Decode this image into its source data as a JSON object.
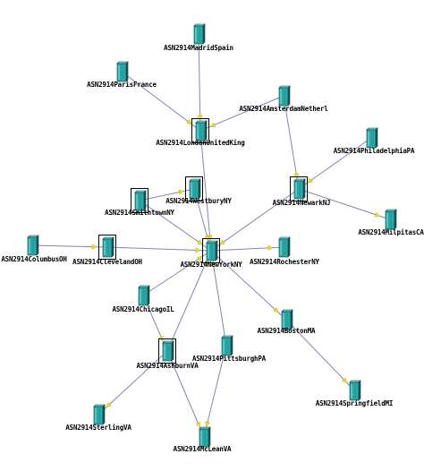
{
  "diagram": {
    "icon": "server-tower-icon",
    "colors": {
      "link": "#7f86b8",
      "arrow": "#f4e21c",
      "server_front": "#2aa6a6",
      "server_side": "#135c5c",
      "server_top": "#7fd6d6"
    },
    "nodes": [
      {
        "id": "madrid",
        "label": "ASN2914MadridSpain"
      },
      {
        "id": "paris",
        "label": "ASN2914ParisFrance"
      },
      {
        "id": "amsterdam",
        "label": "ASN2914AmsterdamNetherl"
      },
      {
        "id": "london",
        "label": "ASN2914LondonUnitedKing"
      },
      {
        "id": "philadelphia",
        "label": "ASN2914PhiladelphiaPA"
      },
      {
        "id": "westbury",
        "label": "ASN2914WestburyNY"
      },
      {
        "id": "smithtown",
        "label": "ASN2914SmithtownNY"
      },
      {
        "id": "newark",
        "label": "ASN2914NewarkNJ"
      },
      {
        "id": "milpitas",
        "label": "ASN2914MilpitasCA"
      },
      {
        "id": "columbus",
        "label": "ASN2914ColumbusOH"
      },
      {
        "id": "cleveland",
        "label": "ASN2914ClevelandOH"
      },
      {
        "id": "newyork",
        "label": "ASN2914NewYorkNY"
      },
      {
        "id": "rochester",
        "label": "ASN2914RochesterNY"
      },
      {
        "id": "chicago",
        "label": "ASN2914ChicagoIL"
      },
      {
        "id": "boston",
        "label": "ASN2914BostonMA"
      },
      {
        "id": "ashburn",
        "label": "ASN2914AshburnVA"
      },
      {
        "id": "pittsburgh",
        "label": "ASN2914PittsburghPA"
      },
      {
        "id": "springfield",
        "label": "ASN2914SpringfieldMI"
      },
      {
        "id": "sterling",
        "label": "ASN2914SterlingVA"
      },
      {
        "id": "mclean",
        "label": "ASN2914McLeanVA"
      }
    ],
    "edges": [
      {
        "from": "madrid",
        "to": "london"
      },
      {
        "from": "paris",
        "to": "london"
      },
      {
        "from": "amsterdam",
        "to": "london"
      },
      {
        "from": "london",
        "to": "newyork"
      },
      {
        "from": "amsterdam",
        "to": "newark"
      },
      {
        "from": "philadelphia",
        "to": "newark"
      },
      {
        "from": "newark",
        "to": "milpitas"
      },
      {
        "from": "newark",
        "to": "newyork"
      },
      {
        "from": "smithtown",
        "to": "westbury"
      },
      {
        "from": "westbury",
        "to": "newyork"
      },
      {
        "from": "smithtown",
        "to": "newyork"
      },
      {
        "from": "columbus",
        "to": "cleveland"
      },
      {
        "from": "cleveland",
        "to": "newyork"
      },
      {
        "from": "newyork",
        "to": "rochester"
      },
      {
        "from": "chicago",
        "to": "newyork"
      },
      {
        "from": "newyork",
        "to": "boston"
      },
      {
        "from": "boston",
        "to": "springfield"
      },
      {
        "from": "ashburn",
        "to": "newyork"
      },
      {
        "from": "pittsburgh",
        "to": "newyork"
      },
      {
        "from": "chicago",
        "to": "ashburn"
      },
      {
        "from": "ashburn",
        "to": "sterling"
      },
      {
        "from": "ashburn",
        "to": "mclean"
      },
      {
        "from": "pittsburgh",
        "to": "mclean"
      }
    ]
  }
}
